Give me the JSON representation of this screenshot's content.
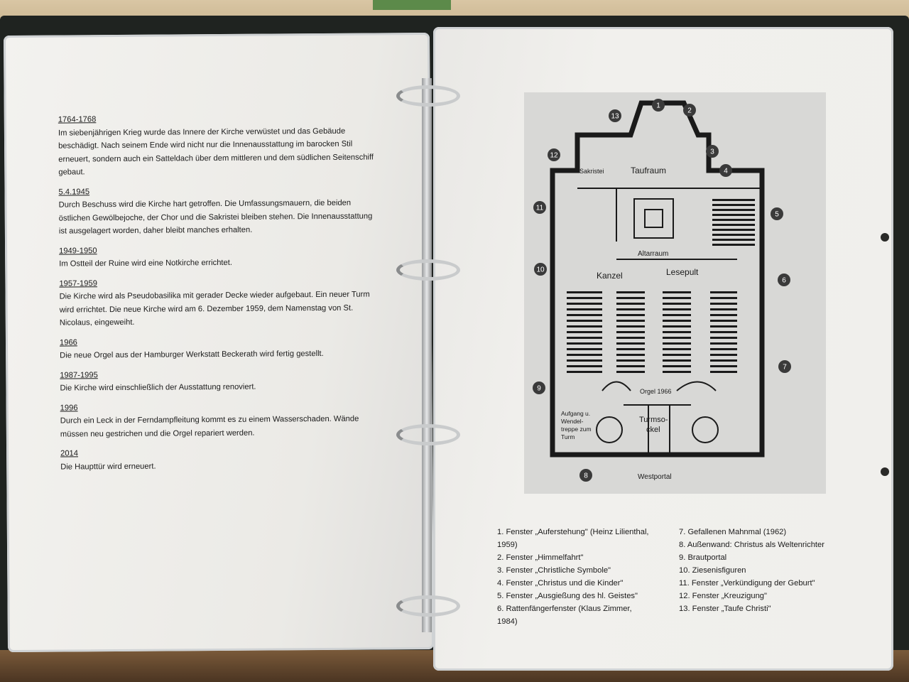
{
  "history": [
    {
      "date": "1764-1768",
      "text": "Im siebenjährigen Krieg wurde das Innere der Kirche verwüstet und das Gebäude beschädigt. Nach seinem Ende wird nicht nur die Innenausstattung im barocken Stil erneuert, sondern auch ein Satteldach über dem mittleren und dem südlichen Seitenschiff gebaut."
    },
    {
      "date": "5.4.1945",
      "text": "Durch Beschuss wird die Kirche hart getroffen. Die Umfassungsmauern, die beiden östlichen Gewölbejoche, der Chor und die Sakristei bleiben stehen. Die Innenausstattung ist ausgelagert worden, daher bleibt manches erhalten."
    },
    {
      "date": "1949-1950",
      "text": "Im Ostteil der Ruine wird eine Notkirche errichtet."
    },
    {
      "date": "1957-1959",
      "text": "Die Kirche wird als Pseudobasilika mit gerader Decke wieder aufgebaut. Ein neuer Turm wird errichtet. Die neue Kirche wird am 6. Dezember 1959, dem Namenstag von St. Nicolaus, eingeweiht."
    },
    {
      "date": "1966",
      "text": "Die neue Orgel aus der Hamburger Werkstatt Beckerath wird fertig gestellt."
    },
    {
      "date": "1987-1995",
      "text": "Die Kirche wird einschließlich der Ausstattung renoviert."
    },
    {
      "date": "1996",
      "text": "Durch ein Leck in der Ferndampfleitung kommt es zu einem Wasserschaden. Wände müssen neu gestrichen und die Orgel repariert werden."
    },
    {
      "date": "2014",
      "text": "Die Haupttür wird erneuert."
    }
  ],
  "plan": {
    "labels": {
      "sakristei": "Sakristei",
      "taufraum": "Taufraum",
      "altarraum": "Altarraum",
      "kanzel": "Kanzel",
      "lesepult": "Lesepult",
      "orgel": "Orgel 1966",
      "aufgang1": "Aufgang u.",
      "aufgang2": "Wendel-",
      "aufgang3": "treppe zum",
      "aufgang4": "Turm",
      "turm1": "Turmso-",
      "turm2": "ckel",
      "westportal": "Westportal"
    },
    "markers": [
      "1",
      "2",
      "3",
      "4",
      "5",
      "6",
      "7",
      "8",
      "9",
      "10",
      "11",
      "12",
      "13"
    ]
  },
  "legend_left": [
    "1. Fenster „Auferstehung\" (Heinz Lilienthal, 1959)",
    "2. Fenster „Himmelfahrt\"",
    "3. Fenster „Christliche Symbole\"",
    "4. Fenster „Christus und die Kinder\"",
    "5. Fenster „Ausgießung des hl. Geistes\"",
    "6. Rattenfängerfenster (Klaus Zimmer, 1984)"
  ],
  "legend_right": [
    "7. Gefallenen Mahnmal (1962)",
    "8. Außenwand: Christus als Weltenrichter",
    "9. Brautportal",
    "10. Ziesenisfiguren",
    "11. Fenster „Verkündigung der Geburt\"",
    "12. Fenster „Kreuzigung\"",
    "13. Fenster „Taufe Christi\""
  ]
}
